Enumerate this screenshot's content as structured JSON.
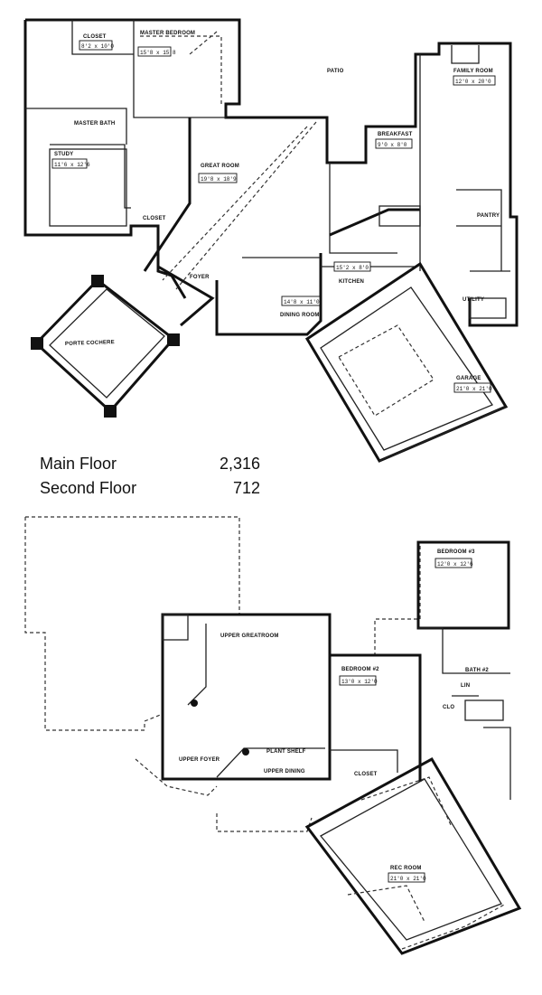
{
  "main_floor": {
    "rooms": {
      "master_bedroom": {
        "label": "MASTER BEDROOM",
        "dim": "15'8 x 15'8"
      },
      "closet": {
        "label": "CLOSET",
        "dim": "8'2 x 10'0"
      },
      "master_bath": {
        "label": "MASTER BATH"
      },
      "study": {
        "label": "STUDY",
        "dim": "11'6 x 12'6"
      },
      "great_room": {
        "label": "GREAT ROOM",
        "dim": "19'8 x 18'9"
      },
      "patio": {
        "label": "PATIO"
      },
      "breakfast": {
        "label": "BREAKFAST",
        "dim": "9'0 x 8'0"
      },
      "family_room": {
        "label": "FAMILY ROOM",
        "dim": "12'0 x 20'0"
      },
      "pantry": {
        "label": "PANTRY"
      },
      "kitchen": {
        "label": "KITCHEN",
        "dim": "15'2 x 8'0"
      },
      "dining_room": {
        "label": "DINING ROOM",
        "dim": "14'8 x 11'0"
      },
      "utility": {
        "label": "UTILITY"
      },
      "closet2": {
        "label": "CLOSET"
      },
      "foyer": {
        "label": "FOYER"
      },
      "porte_cochere": {
        "label": "PORTE COCHERE"
      },
      "garage": {
        "label": "GARAGE",
        "dim": "21'0 x 21'0"
      }
    }
  },
  "square_footage": {
    "main_label": "Main Floor",
    "main_value": "2,316",
    "second_label": "Second Floor",
    "second_value": "712"
  },
  "second_floor": {
    "rooms": {
      "bedroom3": {
        "label": "BEDROOM #3",
        "dim": "12'0 x 12'6"
      },
      "bedroom2": {
        "label": "BEDROOM #2",
        "dim": "13'0 x 12'0"
      },
      "bath2": {
        "label": "BATH #2"
      },
      "upper_great_room": {
        "label": "UPPER GREATROOM"
      },
      "upper_foyer": {
        "label": "UPPER FOYER"
      },
      "upper_dining": {
        "label": "UPPER DINING"
      },
      "closet": {
        "label": "CLOSET"
      },
      "rec_room": {
        "label": "REC ROOM",
        "dim": "21'0 x 21'0"
      },
      "plant_shelf": {
        "label": "PLANT SHELF"
      },
      "lin": {
        "label": "LIN"
      },
      "clo": {
        "label": "CLO"
      }
    }
  }
}
